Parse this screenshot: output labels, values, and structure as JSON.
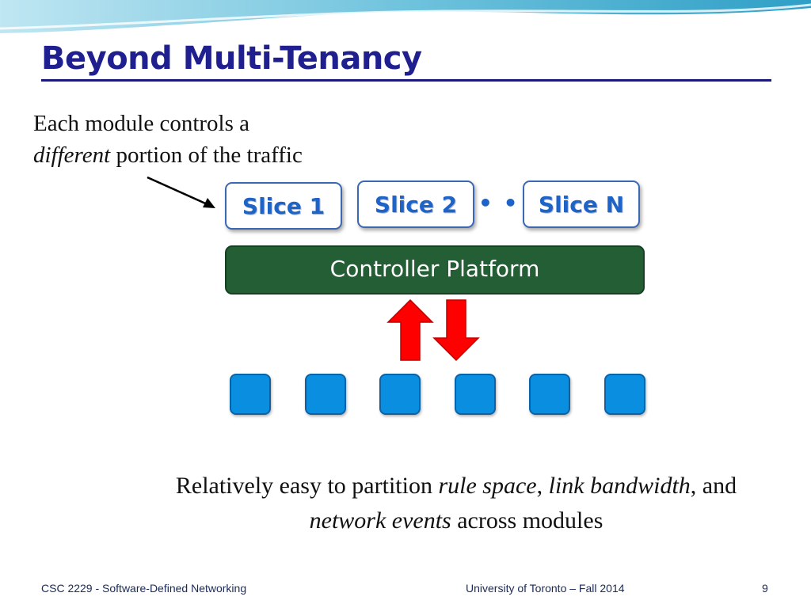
{
  "slide": {
    "title": "Beyond Multi-Tenancy",
    "note": {
      "line1": "Each module controls a",
      "line2_italic": "different",
      "line2_rest": " portion of the traffic"
    },
    "slices": [
      {
        "label": "Slice 1"
      },
      {
        "label": "Slice 2"
      },
      {
        "label": "Slice N"
      }
    ],
    "ellipsis": "• • •",
    "controller_label": "Controller Platform",
    "switch_count": 6,
    "caption": {
      "p1": "Relatively easy to partition ",
      "i1": "rule space",
      "p2": ", ",
      "i2": "link bandwidth",
      "p3": ", and ",
      "i3": "network events",
      "p4": " across modules"
    }
  },
  "footer": {
    "course": "CSC 2229 - Software-Defined Networking",
    "institution": "University of Toronto – Fall 2014",
    "page_number": "9"
  },
  "colors": {
    "title": "#1f1f8f",
    "slice_border": "#3b68b3",
    "slice_text": "#1e64c8",
    "controller_fill": "#245e34",
    "arrow": "#ff0000",
    "switch_fill": "#0a8fe0"
  }
}
